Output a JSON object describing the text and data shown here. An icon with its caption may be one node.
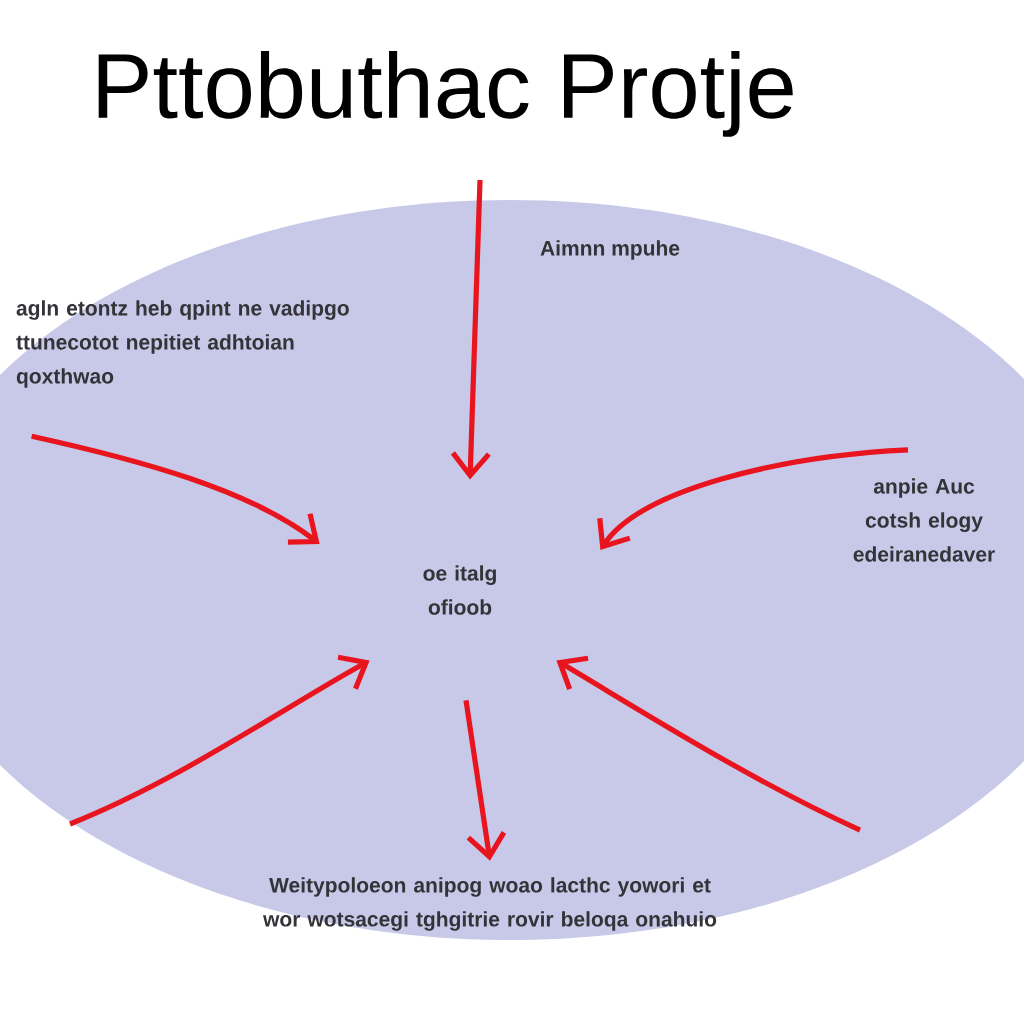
{
  "diagram": {
    "title": "Pttobuthac Protje",
    "nodes": [
      {
        "text": [
          "agln etontz heb qpint ne vadipgo ttunecotot nepitiet adhtoian qoxthwao"
        ]
      },
      {
        "text": [
          "anpie Auc cotsh elogy edeiranedaver"
        ]
      },
      {
        "text": [
          "oe italg ofioob"
        ]
      },
      {
        "text": [
          "Weitypoloeon anipog woao lacthc yowori et wor wotsacegi tghgitrie rovir beloqa onahuio"
        ]
      }
    ],
    "edges": [
      {
        "from": null,
        "to": 2,
        "arrow": "to"
      },
      {
        "from": 0,
        "to": 2,
        "arrow": "to"
      },
      {
        "from": 1,
        "to": 2,
        "arrow": "to"
      },
      {
        "from": null,
        "to": 2,
        "arrow": "to"
      },
      {
        "from": null,
        "to": 2,
        "arrow": "to"
      },
      {
        "from": 2,
        "to": 3,
        "arrow": "to"
      }
    ],
    "labels": [
      "Aimnn mpuhe"
    ]
  }
}
